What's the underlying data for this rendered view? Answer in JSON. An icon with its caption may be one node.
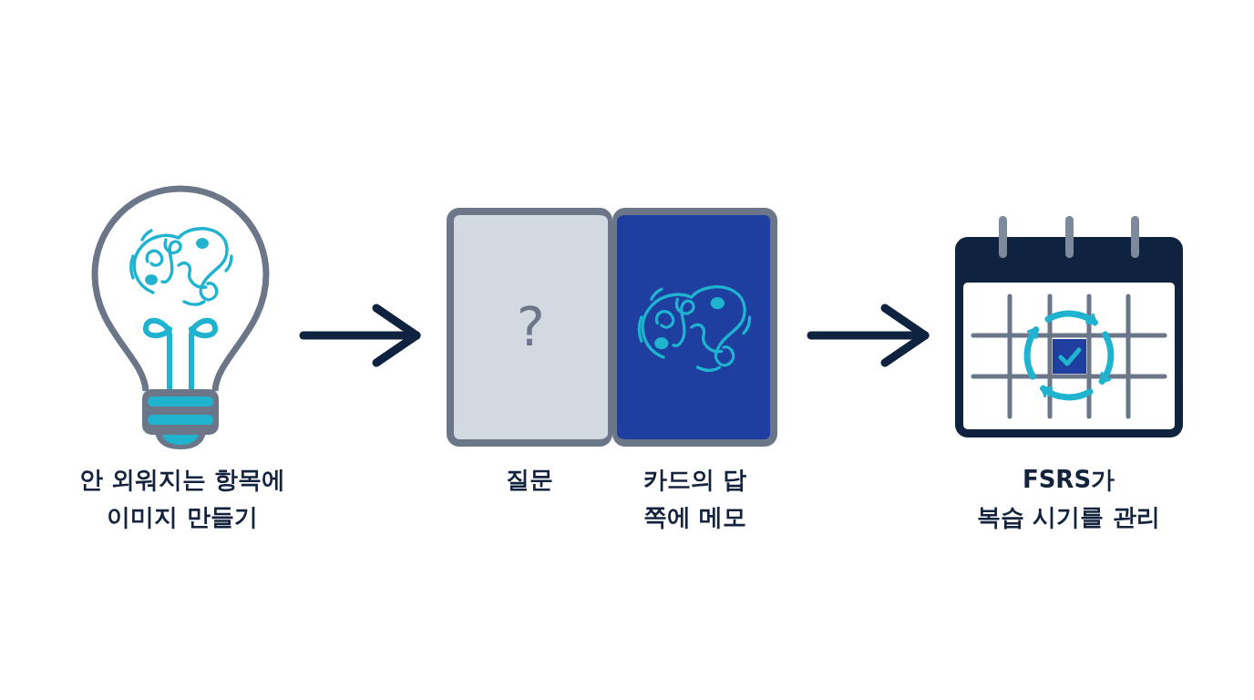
{
  "diagram": {
    "nodes": [
      {
        "text": [
          "안 외워지는 항목에 이미지 만들기"
        ]
      },
      {
        "text": [
          "?",
          "질문"
        ]
      },
      {
        "text": [
          "카드의 답 쪽에 메모"
        ]
      },
      {
        "text": [
          "FSRS가 복습 시기를 관리"
        ]
      }
    ],
    "edges": [
      {
        "from": 0,
        "to": 1,
        "arrow": "to"
      },
      {
        "from": 2,
        "to": 3,
        "arrow": "to"
      }
    ]
  }
}
